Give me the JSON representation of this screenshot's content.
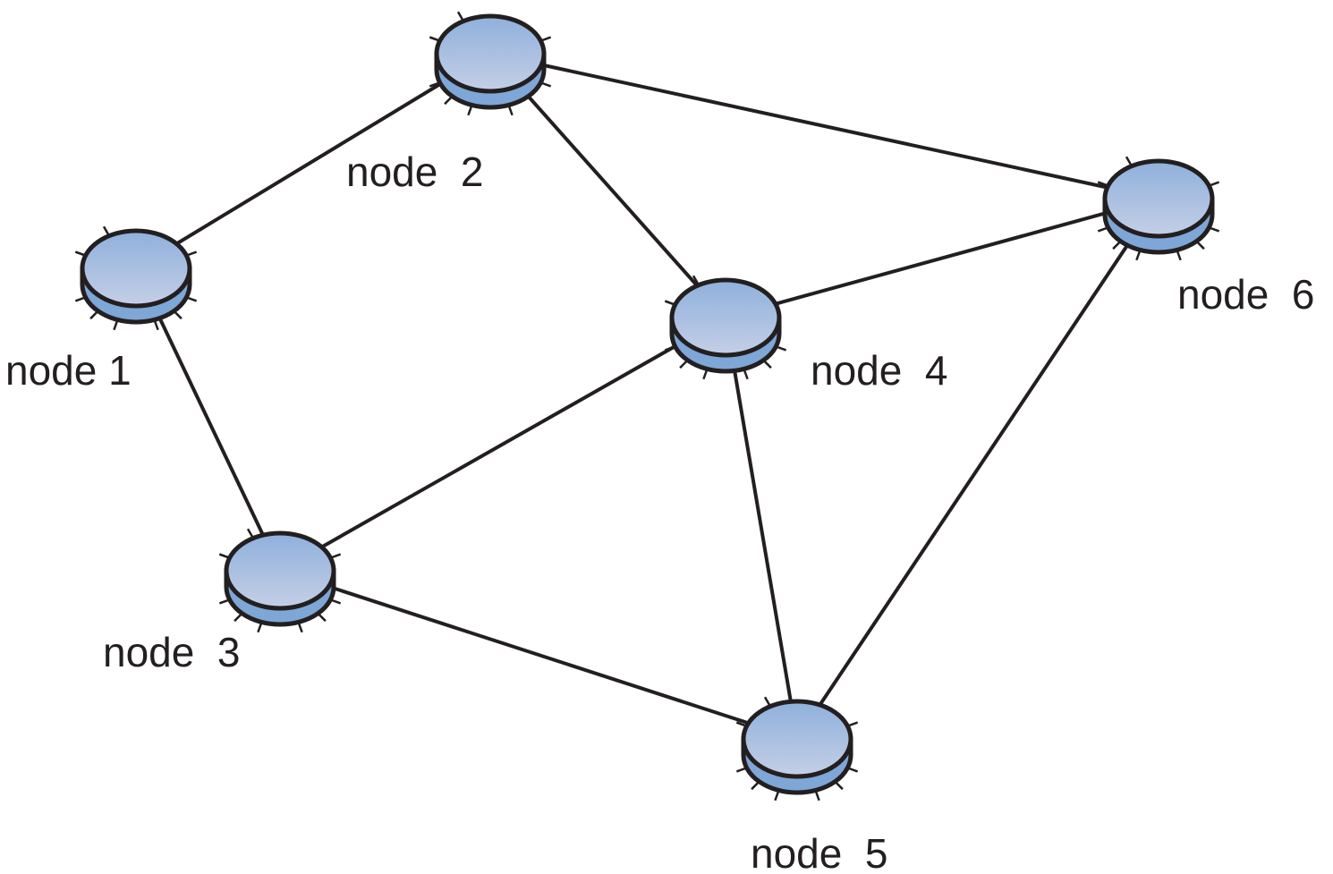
{
  "diagram": {
    "colors": {
      "node_top_light": "#c4cfe6",
      "node_top_dark": "#8fb0dc",
      "node_side": "#7ea6d6",
      "outline": "#231f20",
      "edge": "#231f20",
      "background": "#ffffff"
    },
    "nodes": [
      {
        "id": "n1",
        "label": "node 1"
      },
      {
        "id": "n2",
        "label": "node  2"
      },
      {
        "id": "n3",
        "label": "node  3"
      },
      {
        "id": "n4",
        "label": "node  4"
      },
      {
        "id": "n5",
        "label": "node  5"
      },
      {
        "id": "n6",
        "label": "node  6"
      }
    ],
    "edges": [
      {
        "from": "n1",
        "to": "n2"
      },
      {
        "from": "n1",
        "to": "n3"
      },
      {
        "from": "n2",
        "to": "n4"
      },
      {
        "from": "n2",
        "to": "n6"
      },
      {
        "from": "n3",
        "to": "n4"
      },
      {
        "from": "n3",
        "to": "n5"
      },
      {
        "from": "n4",
        "to": "n5"
      },
      {
        "from": "n4",
        "to": "n6"
      },
      {
        "from": "n5",
        "to": "n6"
      }
    ]
  }
}
